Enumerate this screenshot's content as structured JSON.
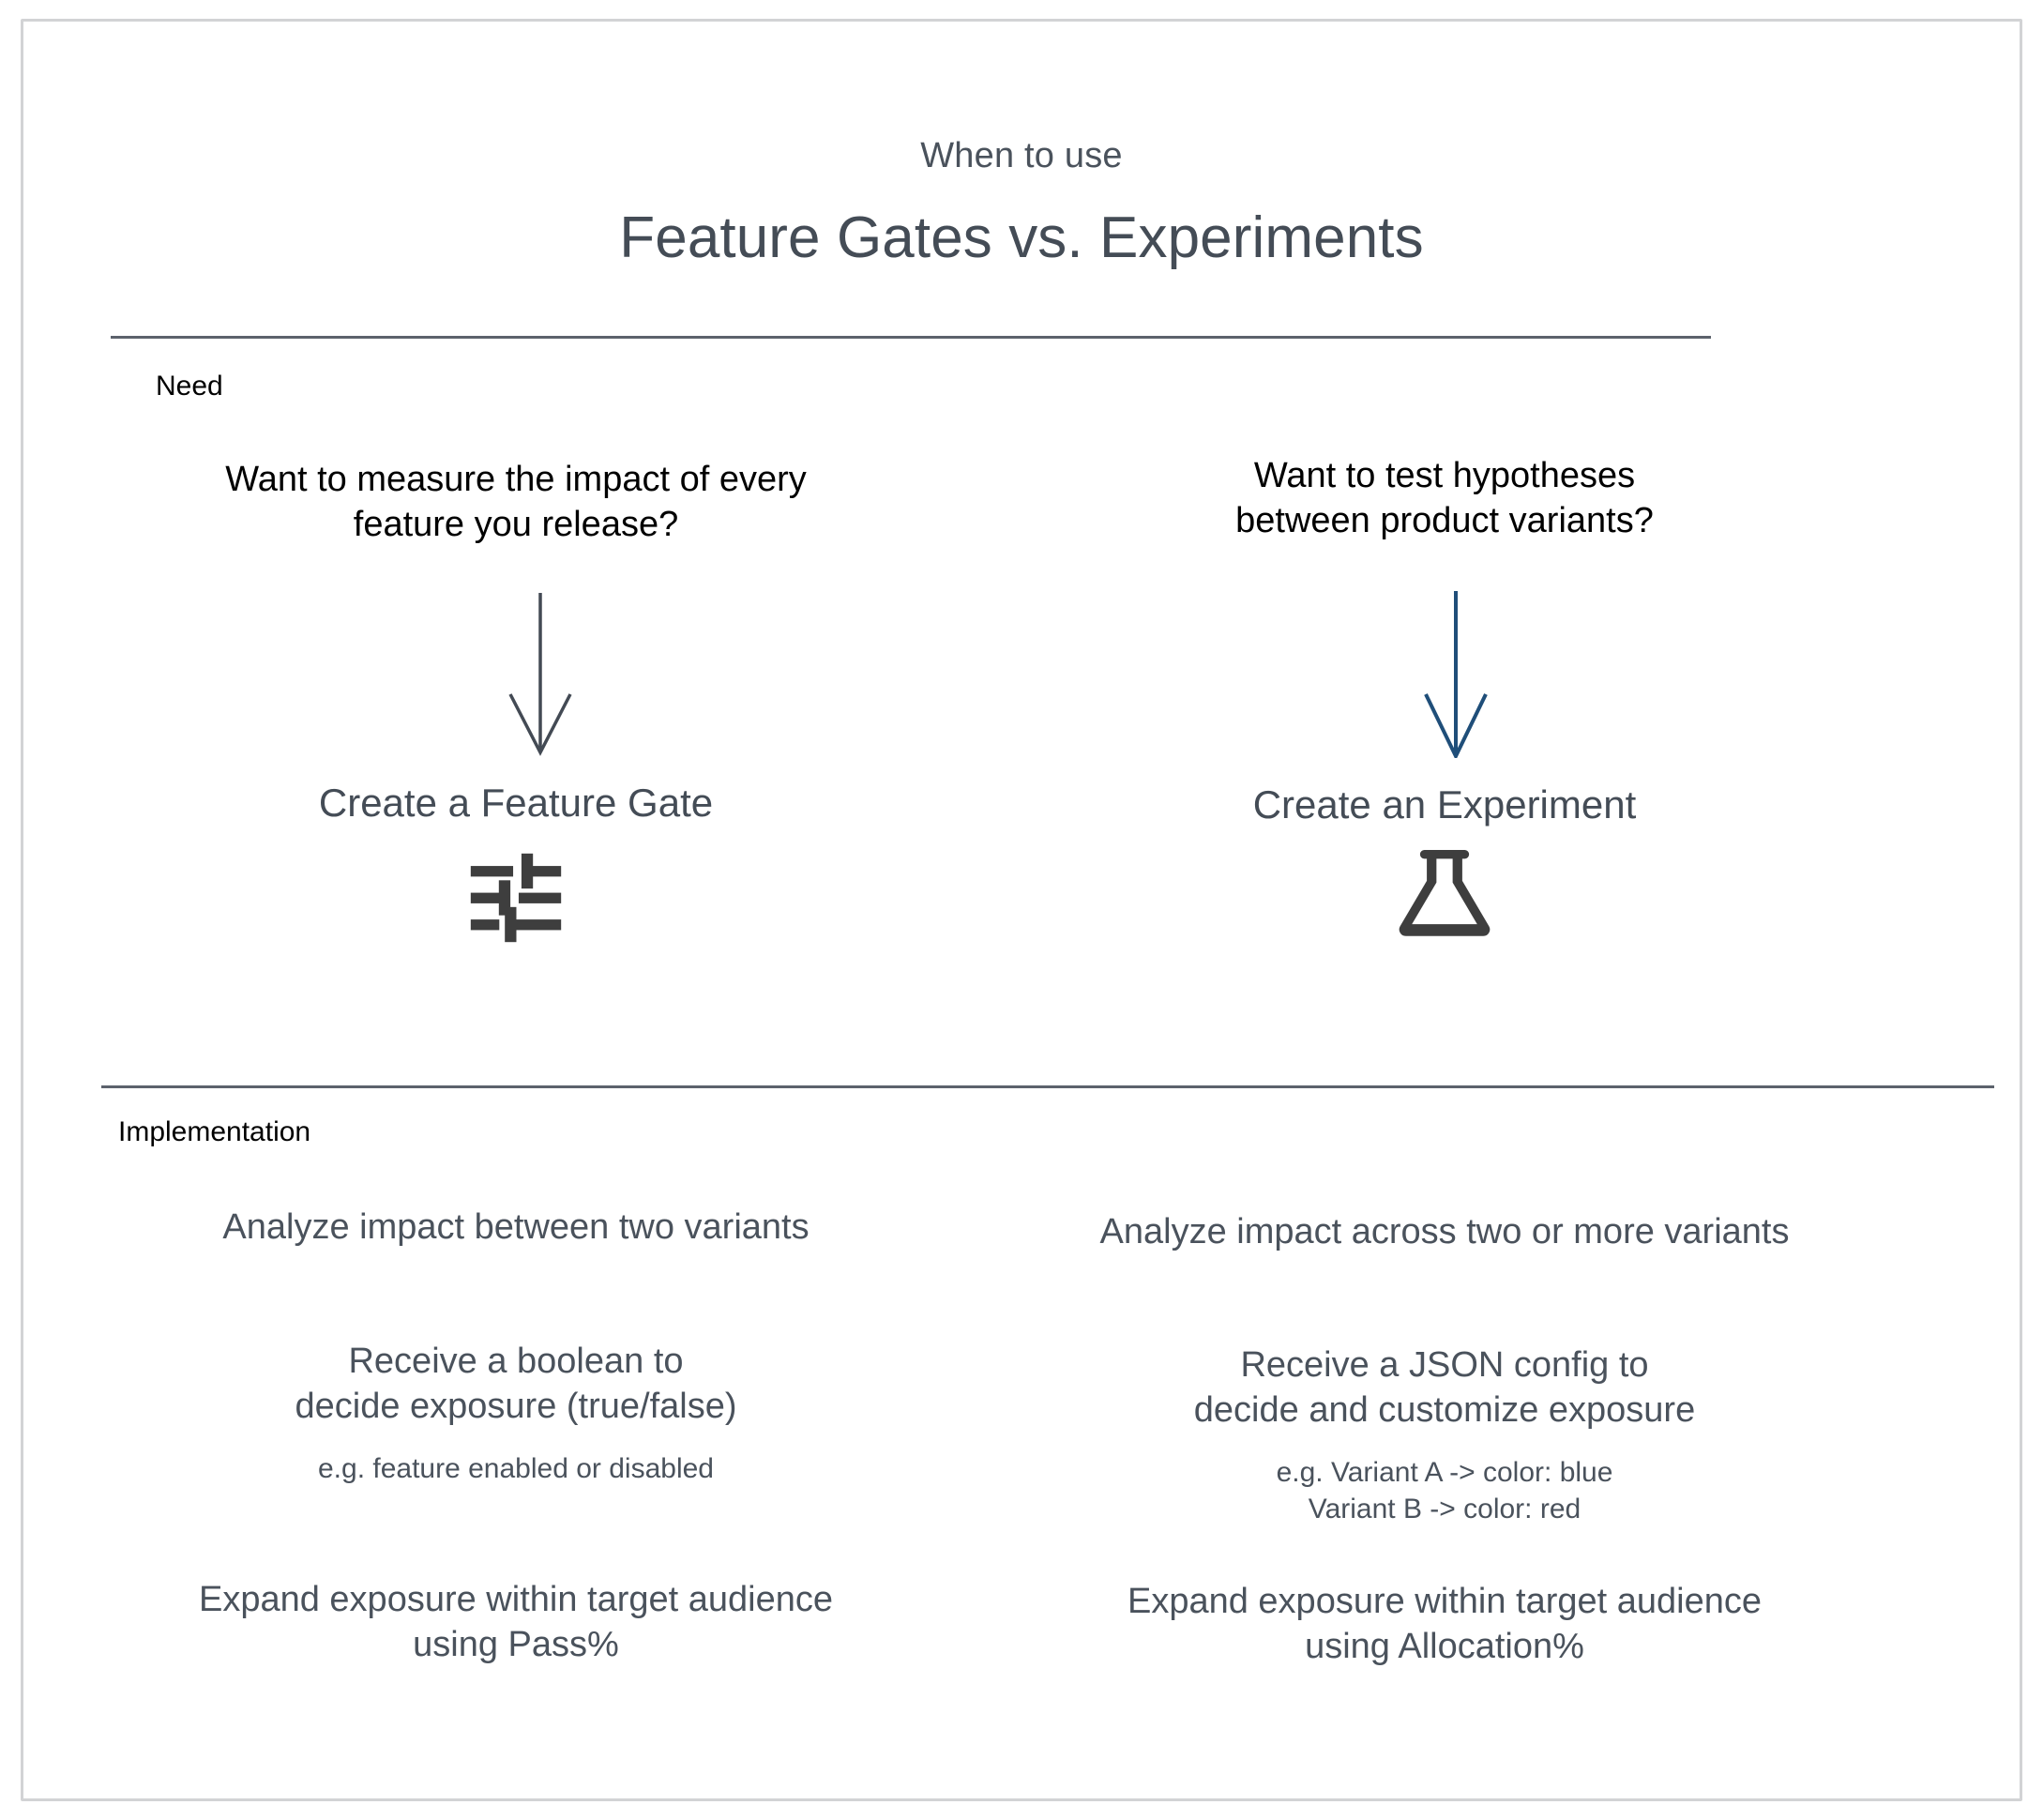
{
  "header": {
    "kicker": "When to use",
    "headline": "Feature Gates vs. Experiments"
  },
  "sections": {
    "need_label": "Need",
    "implementation_label": "Implementation"
  },
  "colors": {
    "text_dark": "#444c56",
    "text_black": "#000000",
    "divider": "#5c626c",
    "frame_border": "#d2d3d5",
    "arrow_left": "#434a54",
    "arrow_right": "#1f4e79",
    "icon": "#3e3e3e"
  },
  "columns": {
    "left": {
      "question": "Want to measure the impact of every feature you release?",
      "question_lines": [
        "Want to measure the impact of every",
        "feature you release?"
      ],
      "arrow_icon": "arrow-down-icon",
      "create_label": "Create a Feature Gate",
      "icon_name": "sliders-tune-icon",
      "implementation": [
        {
          "lines": [
            "Analyze impact between two variants"
          ],
          "example": []
        },
        {
          "lines": [
            "Receive a boolean to",
            "decide exposure (true/false)"
          ],
          "example": [
            "e.g. feature enabled or disabled"
          ]
        },
        {
          "lines": [
            "Expand exposure within target audience",
            "using Pass%"
          ],
          "example": []
        }
      ]
    },
    "right": {
      "question": "Want to test hypotheses between product variants?",
      "question_lines": [
        "Want to test hypotheses",
        "between product variants?"
      ],
      "arrow_icon": "arrow-down-icon",
      "create_label": "Create an Experiment",
      "icon_name": "flask-icon",
      "implementation": [
        {
          "lines": [
            "Analyze impact across two or more variants"
          ],
          "example": []
        },
        {
          "lines": [
            "Receive a JSON config to",
            "decide and customize exposure"
          ],
          "example": [
            "e.g. Variant A -> color: blue",
            "Variant B -> color: red"
          ]
        },
        {
          "lines": [
            "Expand exposure within target audience",
            "using Allocation%"
          ],
          "example": []
        }
      ]
    }
  }
}
